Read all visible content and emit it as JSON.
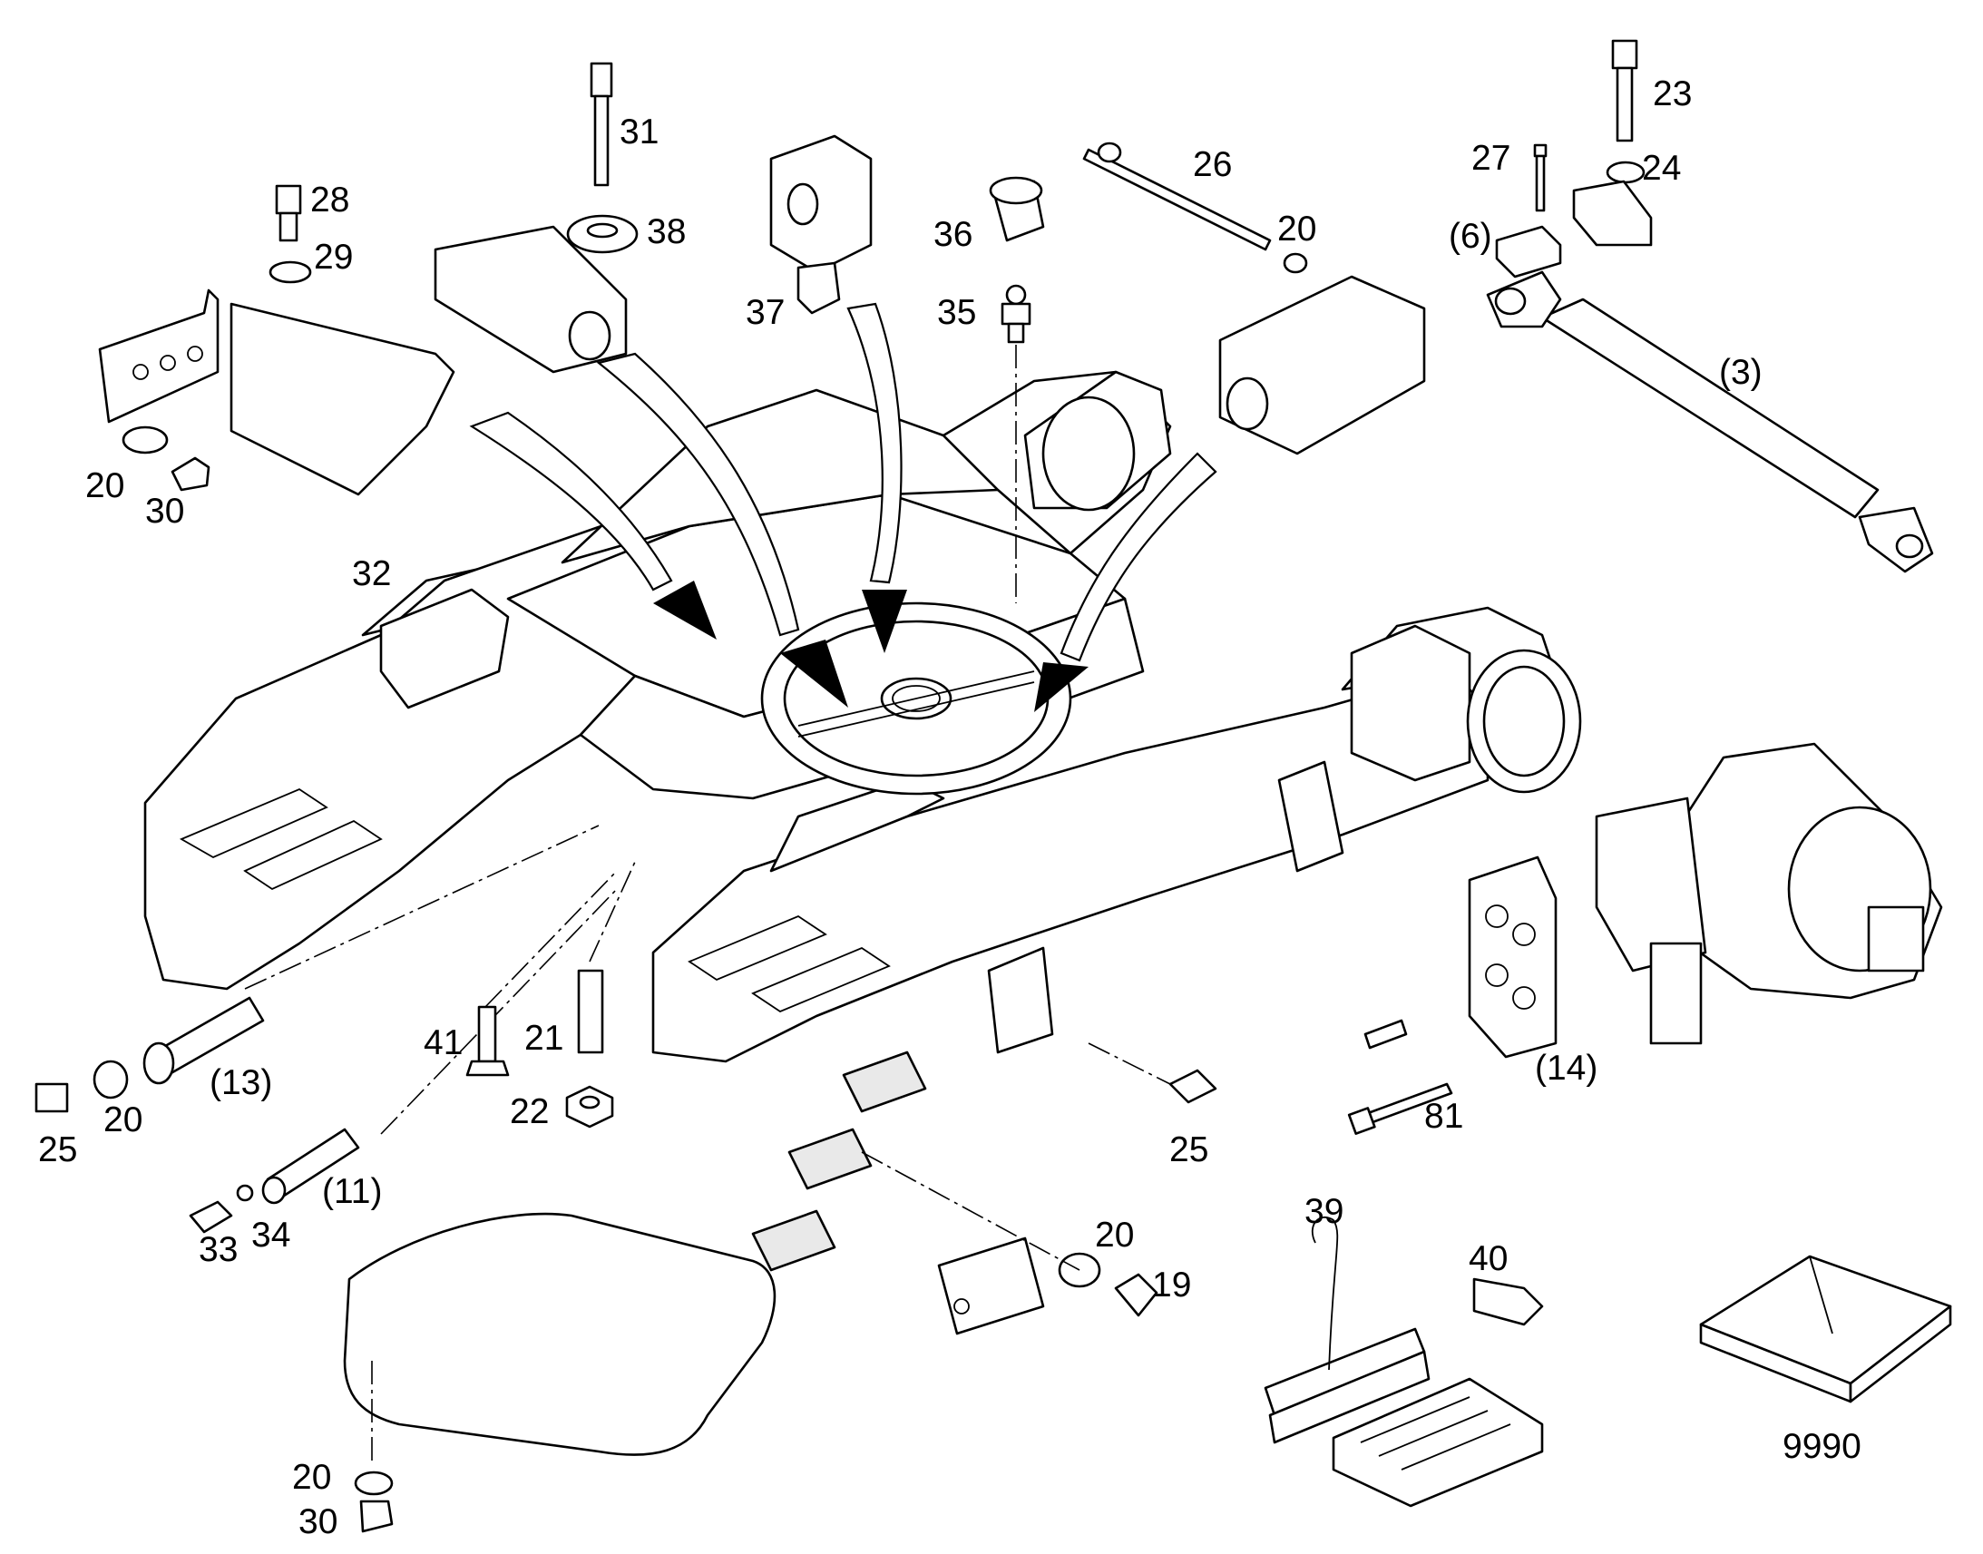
{
  "labels": {
    "l31": "31",
    "l28": "28",
    "l29": "29",
    "l38": "38",
    "l37": "37",
    "l36": "36",
    "l35": "35",
    "l26": "26",
    "l20a": "20",
    "l23": "23",
    "l27": "27",
    "l24": "24",
    "l6": "(6)",
    "l3": "(3)",
    "l20b": "20",
    "l30a": "30",
    "l32": "32",
    "l41": "41",
    "l21": "21",
    "l22": "22",
    "l25a": "25",
    "l20c": "20",
    "l13": "(13)",
    "l25b": "25",
    "l11": "(11)",
    "l33": "33",
    "l34": "34",
    "l20d": "20",
    "l19": "19",
    "l81": "81",
    "l14": "(14)",
    "l39": "39",
    "l40": "40",
    "l20e": "20",
    "l30b": "30",
    "l9990": "9990"
  }
}
